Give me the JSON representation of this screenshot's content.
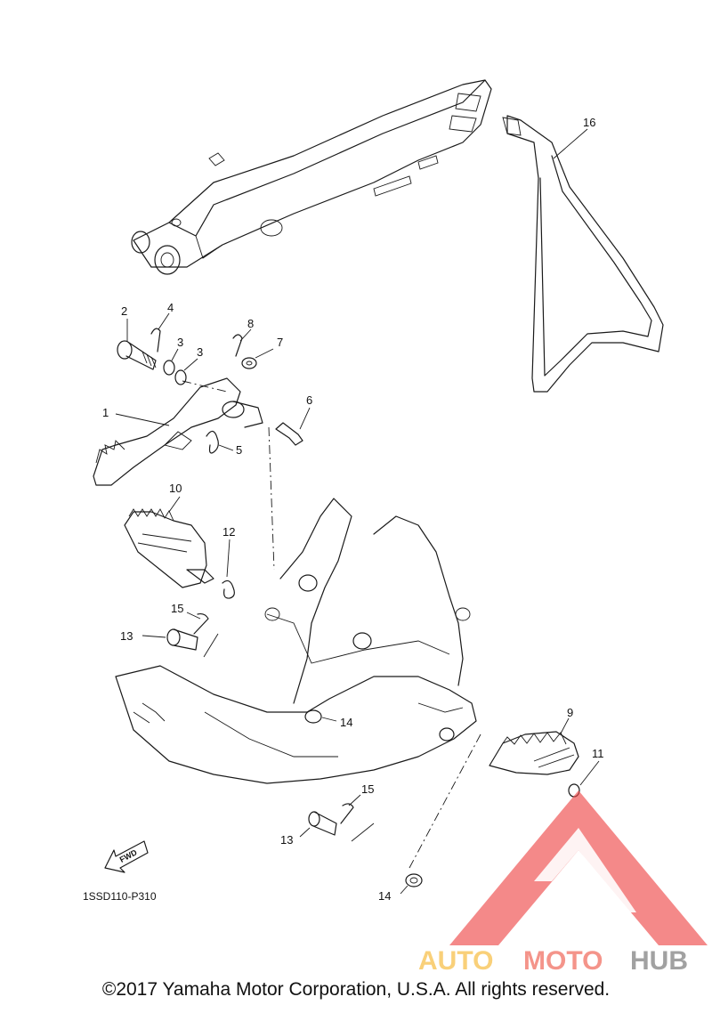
{
  "callouts": {
    "c1": "1",
    "c2": "2",
    "c3a": "3",
    "c3b": "3",
    "c4": "4",
    "c5": "5",
    "c6": "6",
    "c7": "7",
    "c8": "8",
    "c9": "9",
    "c10": "10",
    "c11": "11",
    "c12": "12",
    "c13a": "13",
    "c13b": "13",
    "c14a": "14",
    "c14b": "14",
    "c15a": "15",
    "c15b": "15",
    "c16": "16"
  },
  "fwd_label": "FWD",
  "diagram_code": "1SSD110-P310",
  "copyright": "©2017 Yamaha Motor Corporation, U.S.A. All rights reserved.",
  "watermark": {
    "auto": "AUTO",
    "moto": "MOTO",
    "hub": "HUB",
    "colors": {
      "auto": "#f7b733",
      "moto": "#ef5b4c",
      "hub": "#707070",
      "logo": "#ef4b4b"
    }
  }
}
